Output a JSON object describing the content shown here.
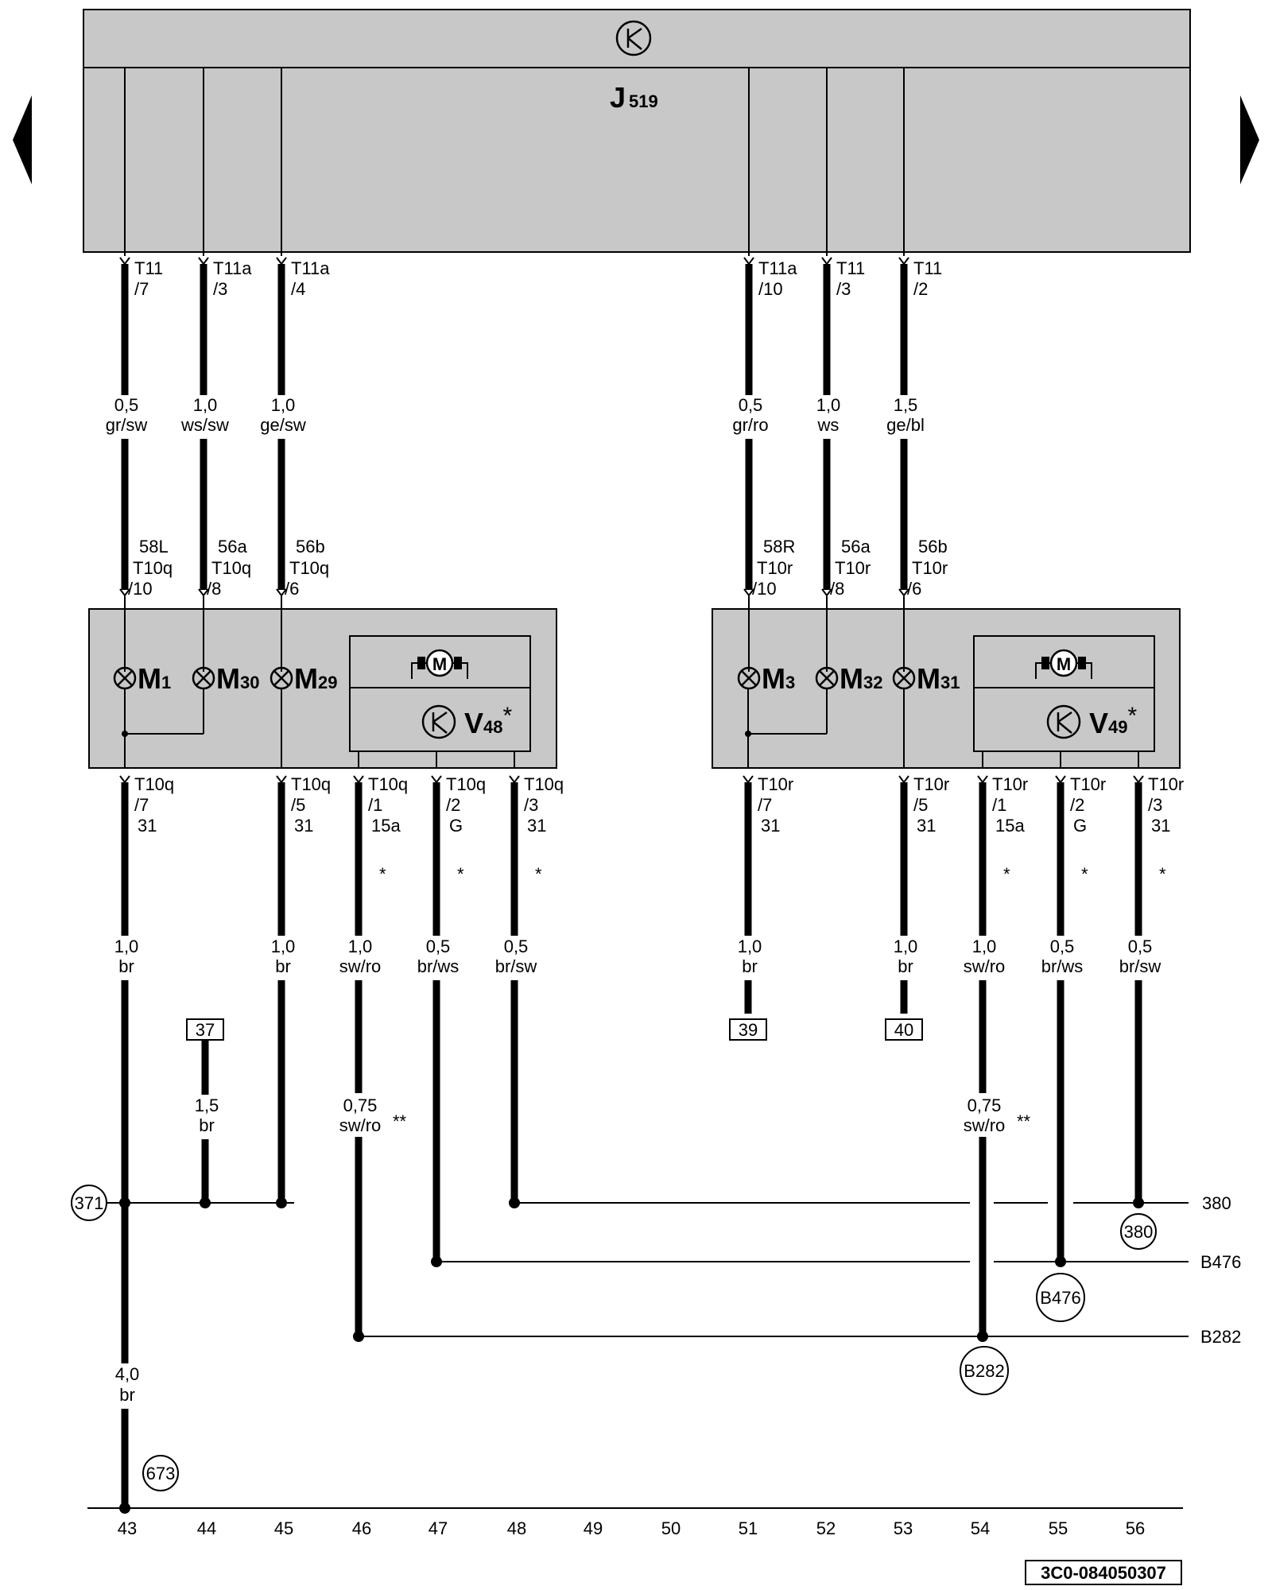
{
  "control_unit": {
    "name": "J",
    "index": "519",
    "top_pins": [
      {
        "conn": "T11",
        "pin": "/7"
      },
      {
        "conn": "T11a",
        "pin": "/3"
      },
      {
        "conn": "T11a",
        "pin": "/4"
      },
      {
        "conn": "T11a",
        "pin": "/10"
      },
      {
        "conn": "T11",
        "pin": "/3"
      },
      {
        "conn": "T11",
        "pin": "/2"
      }
    ]
  },
  "upper_wires": [
    {
      "size": "0,5",
      "color": "gr/sw"
    },
    {
      "size": "1,0",
      "color": "ws/sw"
    },
    {
      "size": "1,0",
      "color": "ge/sw"
    },
    {
      "size": "0,5",
      "color": "gr/ro"
    },
    {
      "size": "1,0",
      "color": "ws"
    },
    {
      "size": "1,5",
      "color": "ge/bl"
    }
  ],
  "module_in_pins": [
    {
      "term": "58L",
      "conn": "T10q",
      "pin": "/10"
    },
    {
      "term": "56a",
      "conn": "T10q",
      "pin": "/8"
    },
    {
      "term": "56b",
      "conn": "T10q",
      "pin": "/6"
    },
    {
      "term": "58R",
      "conn": "T10r",
      "pin": "/10"
    },
    {
      "term": "56a",
      "conn": "T10r",
      "pin": "/8"
    },
    {
      "term": "56b",
      "conn": "T10r",
      "pin": "/6"
    }
  ],
  "modules": [
    {
      "lamps": [
        {
          "name": "M",
          "index": "1"
        },
        {
          "name": "M",
          "index": "30"
        },
        {
          "name": "M",
          "index": "29"
        }
      ],
      "motor": "M",
      "unit": {
        "name": "V",
        "index": "48",
        "mark": "*"
      }
    },
    {
      "lamps": [
        {
          "name": "M",
          "index": "3"
        },
        {
          "name": "M",
          "index": "32"
        },
        {
          "name": "M",
          "index": "31"
        }
      ],
      "motor": "M",
      "unit": {
        "name": "V",
        "index": "49",
        "mark": "*"
      }
    }
  ],
  "module_out_pins": [
    {
      "conn": "T10q",
      "pin": "/7",
      "term": "31"
    },
    {
      "conn": "T10q",
      "pin": "/5",
      "term": "31"
    },
    {
      "conn": "T10q",
      "pin": "/1",
      "term": "15a"
    },
    {
      "conn": "T10q",
      "pin": "/2",
      "term": "G"
    },
    {
      "conn": "T10q",
      "pin": "/3",
      "term": "31"
    },
    {
      "conn": "T10r",
      "pin": "/7",
      "term": "31"
    },
    {
      "conn": "T10r",
      "pin": "/5",
      "term": "31"
    },
    {
      "conn": "T10r",
      "pin": "/1",
      "term": "15a"
    },
    {
      "conn": "T10r",
      "pin": "/2",
      "term": "G"
    },
    {
      "conn": "T10r",
      "pin": "/3",
      "term": "31"
    }
  ],
  "variant_marks": {
    "single": "*",
    "double": "**"
  },
  "lower_wires": [
    {
      "size": "1,0",
      "color": "br"
    },
    {
      "size": "1,0",
      "color": "br"
    },
    {
      "size": "1,0",
      "color": "sw/ro"
    },
    {
      "size": "0,5",
      "color": "br/ws"
    },
    {
      "size": "0,5",
      "color": "br/sw"
    },
    {
      "size": "1,0",
      "color": "br"
    },
    {
      "size": "1,0",
      "color": "br"
    },
    {
      "size": "1,0",
      "color": "sw/ro"
    },
    {
      "size": "0,5",
      "color": "br/ws"
    },
    {
      "size": "0,5",
      "color": "br/sw"
    }
  ],
  "extra_wires": [
    {
      "size": "1,5",
      "color": "br"
    },
    {
      "size": "0,75",
      "color": "sw/ro"
    },
    {
      "size": "0,75",
      "color": "sw/ro"
    },
    {
      "size": "4,0",
      "color": "br"
    }
  ],
  "boxed_refs": [
    "37",
    "39",
    "40"
  ],
  "circle_refs": [
    "371",
    "380",
    "B476",
    "B282",
    "673"
  ],
  "bus_labels": [
    "380",
    "B476",
    "B282"
  ],
  "track_numbers": [
    "43",
    "44",
    "45",
    "46",
    "47",
    "48",
    "49",
    "50",
    "51",
    "52",
    "53",
    "54",
    "55",
    "56"
  ],
  "document_id": "3C0-084050307",
  "nav": {
    "prev": "previous-page",
    "next": "next-page"
  }
}
